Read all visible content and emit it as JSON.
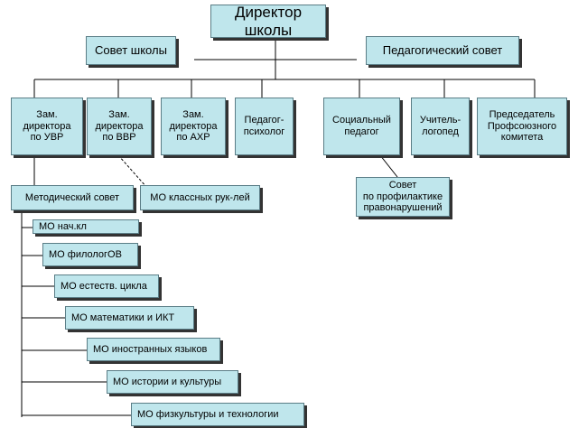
{
  "director": "Директор школы",
  "council": "Совет школы",
  "ped_council": "Педагогический совет",
  "deputies": [
    "Зам.\nдиректора\nпо УВР",
    "Зам.\nдиректора\nпо ВВР",
    "Зам.\nдиректора\nпо АХР",
    "Педагог-\nпсихолог",
    "Социальный\nпедагог",
    "Учитель-\nлогопед",
    "Председатель\nПрофсоюзного\nкомитета"
  ],
  "method_council": "Методический совет",
  "class_mo": "МО классных рук-лей",
  "prevention_council": "Совет\nпо профилактике\nправонарушений",
  "mo_list": [
    "МО нач.кл",
    "МО филологОВ",
    "МО естеств. цикла",
    "МО математики  и ИКТ",
    "МО иностранных языков",
    "МО истории и культуры",
    "МО физкультуры и технологии"
  ]
}
